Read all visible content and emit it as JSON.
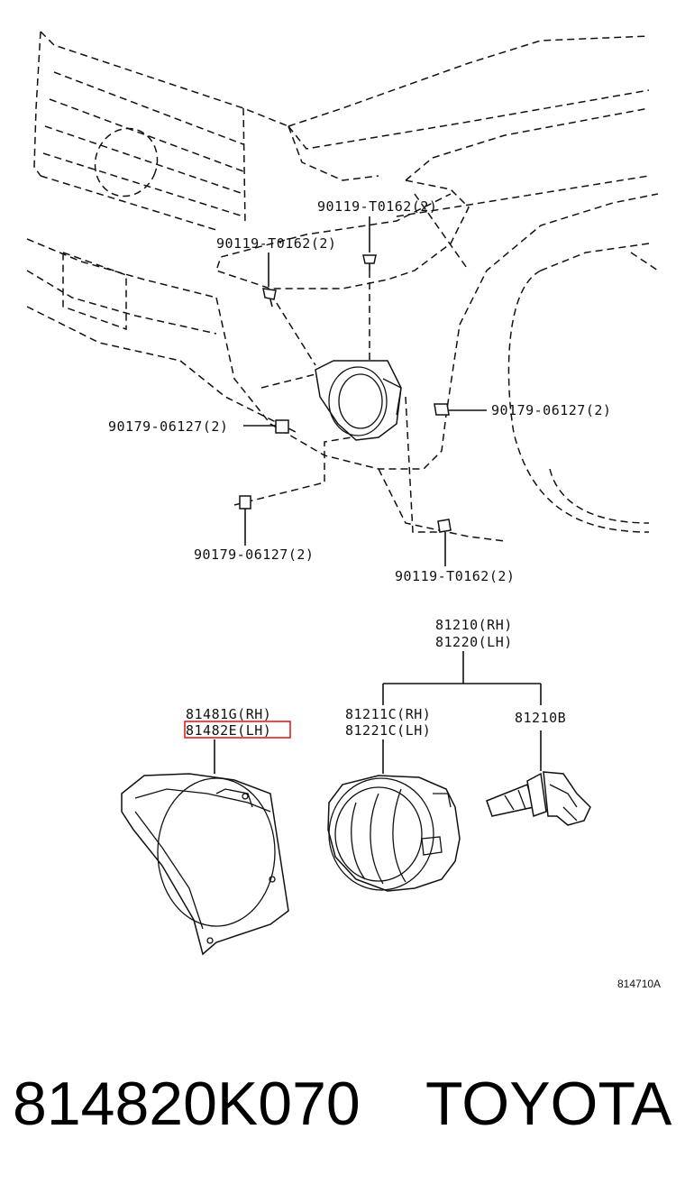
{
  "callouts": {
    "screw_top_right": "90119-T0162(2)",
    "screw_top_left": "90119-T0162(2)",
    "clip_right": "90179-06127(2)",
    "clip_left": "90179-06127(2)",
    "clip_bottom": "90179-06127(2)",
    "screw_bottom": "90119-T0162(2)",
    "assembly_rh": "81210(RH)",
    "assembly_lh": "81220(LH)",
    "bracket_rh": "81481G(RH)",
    "bracket_lh": "81482E(LH)",
    "lamp_rh": "81211C(RH)",
    "lamp_lh": "81221C(LH)",
    "bulb": "81210B"
  },
  "illustration_code": "814710A",
  "footer": {
    "part_number": "814820K070",
    "brand": "TOYOTA"
  },
  "highlight_color": "#e02020"
}
